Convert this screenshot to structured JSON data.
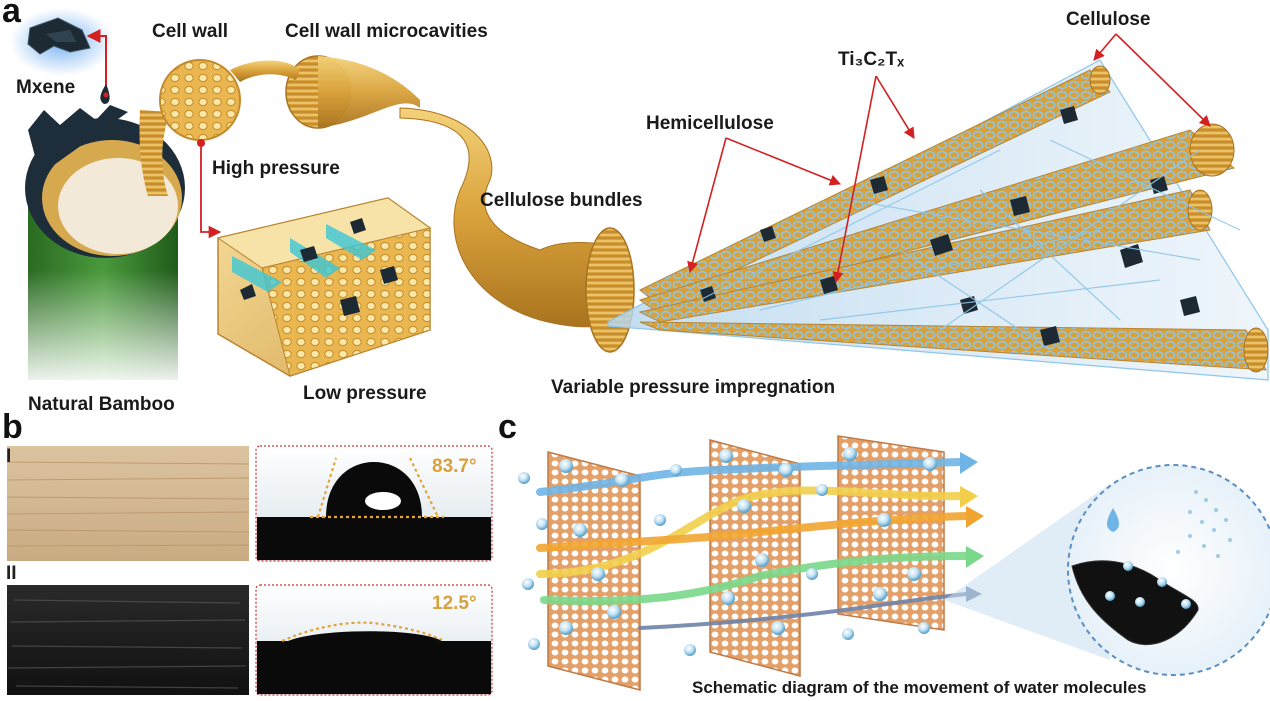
{
  "panels": {
    "a": {
      "letter": "a",
      "labels": {
        "mxene": "Mxene",
        "cell_wall": "Cell wall",
        "cell_wall_microcavities": "Cell wall microcavities",
        "high_pressure": "High pressure",
        "low_pressure": "Low pressure",
        "natural_bamboo": "Natural Bamboo",
        "cellulose_bundles": "Cellulose bundles",
        "variable_pressure": "Variable pressure impregnation",
        "hemicellulose": "Hemicellulose",
        "ti3c2tx": "Ti₃C₂Tₓ",
        "cellulose": "Cellulose"
      }
    },
    "b": {
      "letter": "b",
      "row1_label": "I",
      "row2_label": "II",
      "angle1": "83.7°",
      "angle2": "12.5°"
    },
    "c": {
      "letter": "c",
      "caption": "Schematic diagram of the movement of water molecules"
    }
  },
  "colors": {
    "annotation_arrow": "#d42020",
    "angle_text": "#d9a13a",
    "cellulose": "#e0a93c",
    "hemicellulose": "#8cc6ea",
    "mxene": "#1d2a33",
    "bamboo_green": "#2f7f2a",
    "membrane": "#e2a36c",
    "flow_blue": "#6fb4e6",
    "flow_yellow": "#f1cf4a",
    "flow_orange": "#f1a530",
    "flow_green": "#7ad88a",
    "flow_slate": "#6f83a8"
  }
}
